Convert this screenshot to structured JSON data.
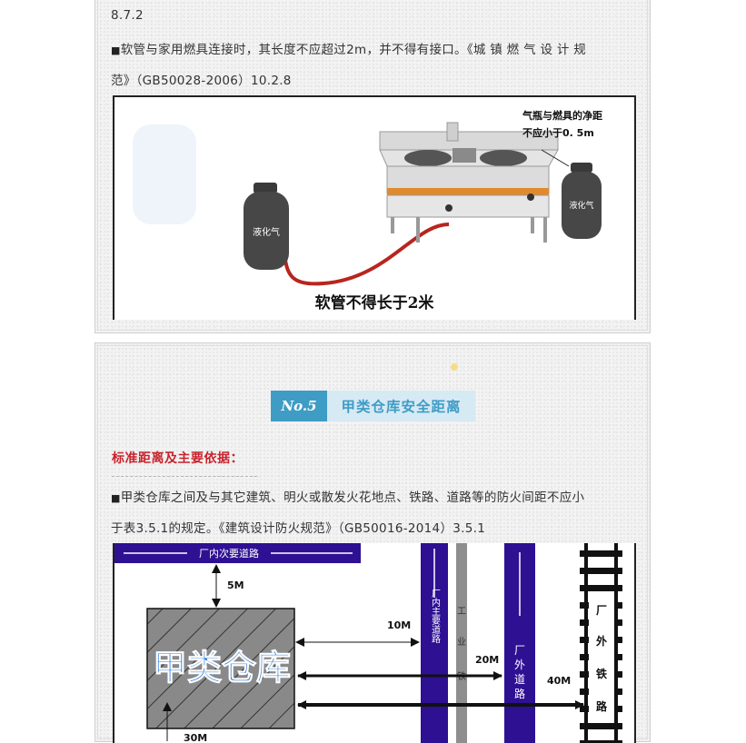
{
  "section1": {
    "line_top": "8.7.2",
    "bullet": "■",
    "para_line1": "软管与家用燃具连接时，其长度不应超过2m，并不得有接口。《城 镇 燃 气 设 计 规",
    "para_line2": "范》（GB50028-2006）10.2.8",
    "figure": {
      "note_line1": "气瓶与燃具的净距",
      "note_line2": "不应小于0.  5m",
      "tank_label": "液化气",
      "caption": "软管不得长于2米"
    }
  },
  "section2": {
    "badge_number": "No.5",
    "badge_title": "甲类仓库安全距离",
    "heading": "标准距离及主要依据：",
    "bullet": "■",
    "para_line1": "甲类仓库之间及与其它建筑、明火或散发火花地点、铁路、道路等的防火间距不应小",
    "para_line2": "于表3.5.1的规定。《建筑设计防火规范》（GB50016-2014）3.5.1",
    "diagram": {
      "secondary_road": "厂内次要道路",
      "dist_5m": "5M",
      "warehouse": "甲类仓库",
      "dist_10m": "10M",
      "main_road": "厂内主要道路",
      "dist_20m": "20M",
      "factory_road": [
        "厂",
        "外",
        "道",
        "路"
      ],
      "inner_rail": [
        "工",
        "业",
        "铁"
      ],
      "dist_40m": "40M",
      "outer_rail": [
        "厂",
        "外",
        "铁",
        "路"
      ],
      "dist_30m": "30M"
    }
  }
}
